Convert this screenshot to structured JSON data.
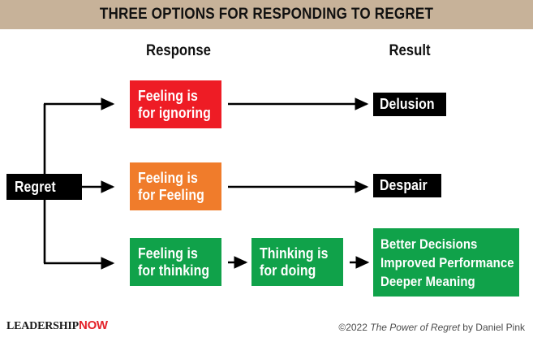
{
  "header": {
    "title": "THREE OPTIONS FOR RESPONDING TO REGRET",
    "band_color": "#c7b299"
  },
  "columns": {
    "response_label": "Response",
    "result_label": "Result"
  },
  "source": {
    "label": "Regret",
    "color": "#000000"
  },
  "rows": [
    {
      "id": "ignoring",
      "response_line1": "Feeling is",
      "response_line2": "for ignoring",
      "response_color": "#ee1c25",
      "result": "Delusion",
      "result_color": "#000000"
    },
    {
      "id": "feeling",
      "response_line1": "Feeling is",
      "response_line2": "for Feeling",
      "response_color": "#f07c2b",
      "result": "Despair",
      "result_color": "#000000"
    },
    {
      "id": "thinking",
      "response_line1": "Feeling is",
      "response_line2": "for thinking",
      "response_color": "#10a24a",
      "middle_line1": "Thinking is",
      "middle_line2": "for doing",
      "middle_color": "#10a24a",
      "result_line1": "Better Decisions",
      "result_line2": "Improved Performance",
      "result_line3": "Deeper Meaning",
      "result_color": "#10a24a"
    }
  ],
  "footer": {
    "logo_primary": "LEADERSHIP",
    "logo_accent": "NOW",
    "logo_accent_color": "#e4232a",
    "credit_prefix": "©2022 ",
    "credit_title": "The Power of Regret",
    "credit_suffix": " by Daniel Pink"
  }
}
